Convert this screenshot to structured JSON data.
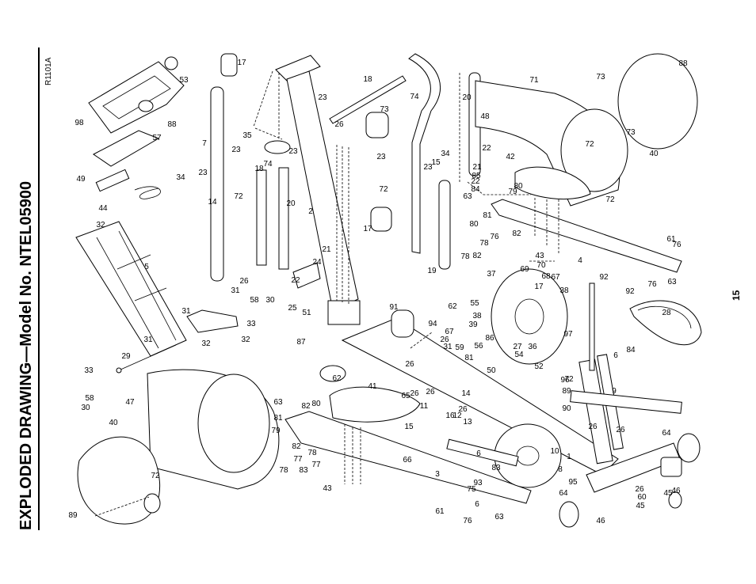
{
  "title": "EXPLODED DRAWING—Model No. NTEL05900",
  "drawing_code": "R1101A",
  "page_number": "15",
  "callouts": [
    "1",
    "2",
    "3",
    "4",
    "5",
    "6",
    "6",
    "6",
    "7",
    "8",
    "9",
    "10",
    "11",
    "12",
    "13",
    "14",
    "14",
    "15",
    "15",
    "16",
    "17",
    "17",
    "17",
    "18",
    "18",
    "19",
    "20",
    "20",
    "21",
    "21",
    "22",
    "22",
    "22",
    "23",
    "23",
    "23",
    "23",
    "23",
    "23",
    "24",
    "25",
    "26",
    "26",
    "26",
    "26",
    "26",
    "26",
    "26",
    "26",
    "26",
    "26",
    "27",
    "28",
    "29",
    "30",
    "30",
    "31",
    "31",
    "31",
    "31",
    "32",
    "32",
    "32",
    "33",
    "33",
    "34",
    "34",
    "35",
    "36",
    "37",
    "38",
    "38",
    "39",
    "40",
    "40",
    "41",
    "42",
    "43",
    "43",
    "44",
    "45",
    "45",
    "46",
    "46",
    "47",
    "48",
    "49",
    "50",
    "51",
    "52",
    "53",
    "54",
    "55",
    "56",
    "57",
    "58",
    "58",
    "59",
    "60",
    "61",
    "61",
    "62",
    "62",
    "63",
    "63",
    "63",
    "63",
    "64",
    "64",
    "65",
    "66",
    "67",
    "67",
    "68",
    "69",
    "70",
    "71",
    "72",
    "72",
    "72",
    "72",
    "72",
    "72",
    "73",
    "73",
    "73",
    "74",
    "74",
    "75",
    "76",
    "76",
    "76",
    "76",
    "77",
    "77",
    "78",
    "78",
    "78",
    "78",
    "79",
    "79",
    "80",
    "80",
    "80",
    "81",
    "81",
    "81",
    "82",
    "82",
    "82",
    "82",
    "83",
    "83",
    "84",
    "84",
    "85",
    "86",
    "87",
    "88",
    "88",
    "89",
    "89",
    "90",
    "91",
    "92",
    "92",
    "93",
    "94",
    "95",
    "96",
    "97",
    "98"
  ]
}
